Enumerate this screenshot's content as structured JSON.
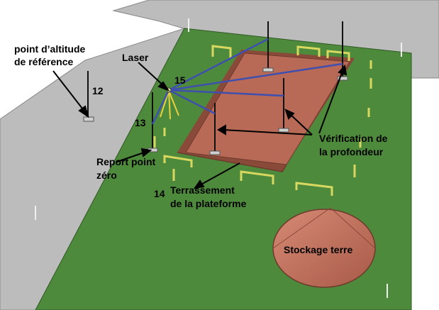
{
  "labels": {
    "ref_point_line1": "point d’altitude",
    "ref_point_line2": "de référence",
    "num_12": "12",
    "laser": "Laser",
    "num_15": "15",
    "num_13": "13",
    "report_line1": "Report point",
    "report_line2": "zéro",
    "num_14": "14",
    "terrassement_line1": "Terrassement",
    "terrassement_line2": "de la plateforme",
    "verification_line1": "Vérification de",
    "verification_line2": "la profondeur",
    "stockage": "Stockage terre"
  },
  "colors": {
    "grass": "#4e8a3c",
    "road": "#bcbcbc",
    "platform": "#b86a57",
    "laser_beam": "#3f4fb0",
    "laser_tripod": "#e8d040",
    "soil_pile": "#c47a66",
    "batter_board": "#d8d860"
  }
}
